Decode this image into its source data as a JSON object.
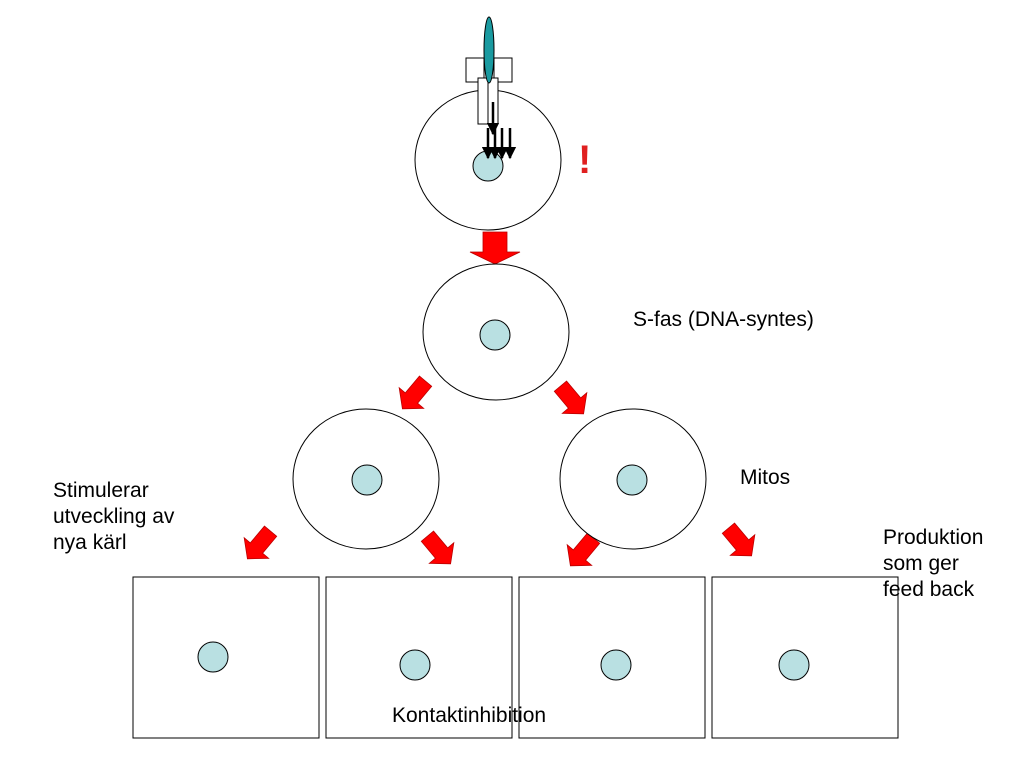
{
  "colors": {
    "nucleus": "#b9e0e2",
    "arrow": "#ff0000",
    "receptor_ligand": "#1a9aa0",
    "alert": "#e02020",
    "stroke": "#000000"
  },
  "labels": {
    "alert": "!",
    "s_phase": "S-fas (DNA-syntes)",
    "mitosis": "Mitos",
    "stimulates": [
      "Stimulerar",
      "utveckling av",
      "nya kärl"
    ],
    "production": [
      "Produktion",
      "som ger",
      "feed back"
    ],
    "contact_inhibition": "Kontaktinhibition"
  }
}
